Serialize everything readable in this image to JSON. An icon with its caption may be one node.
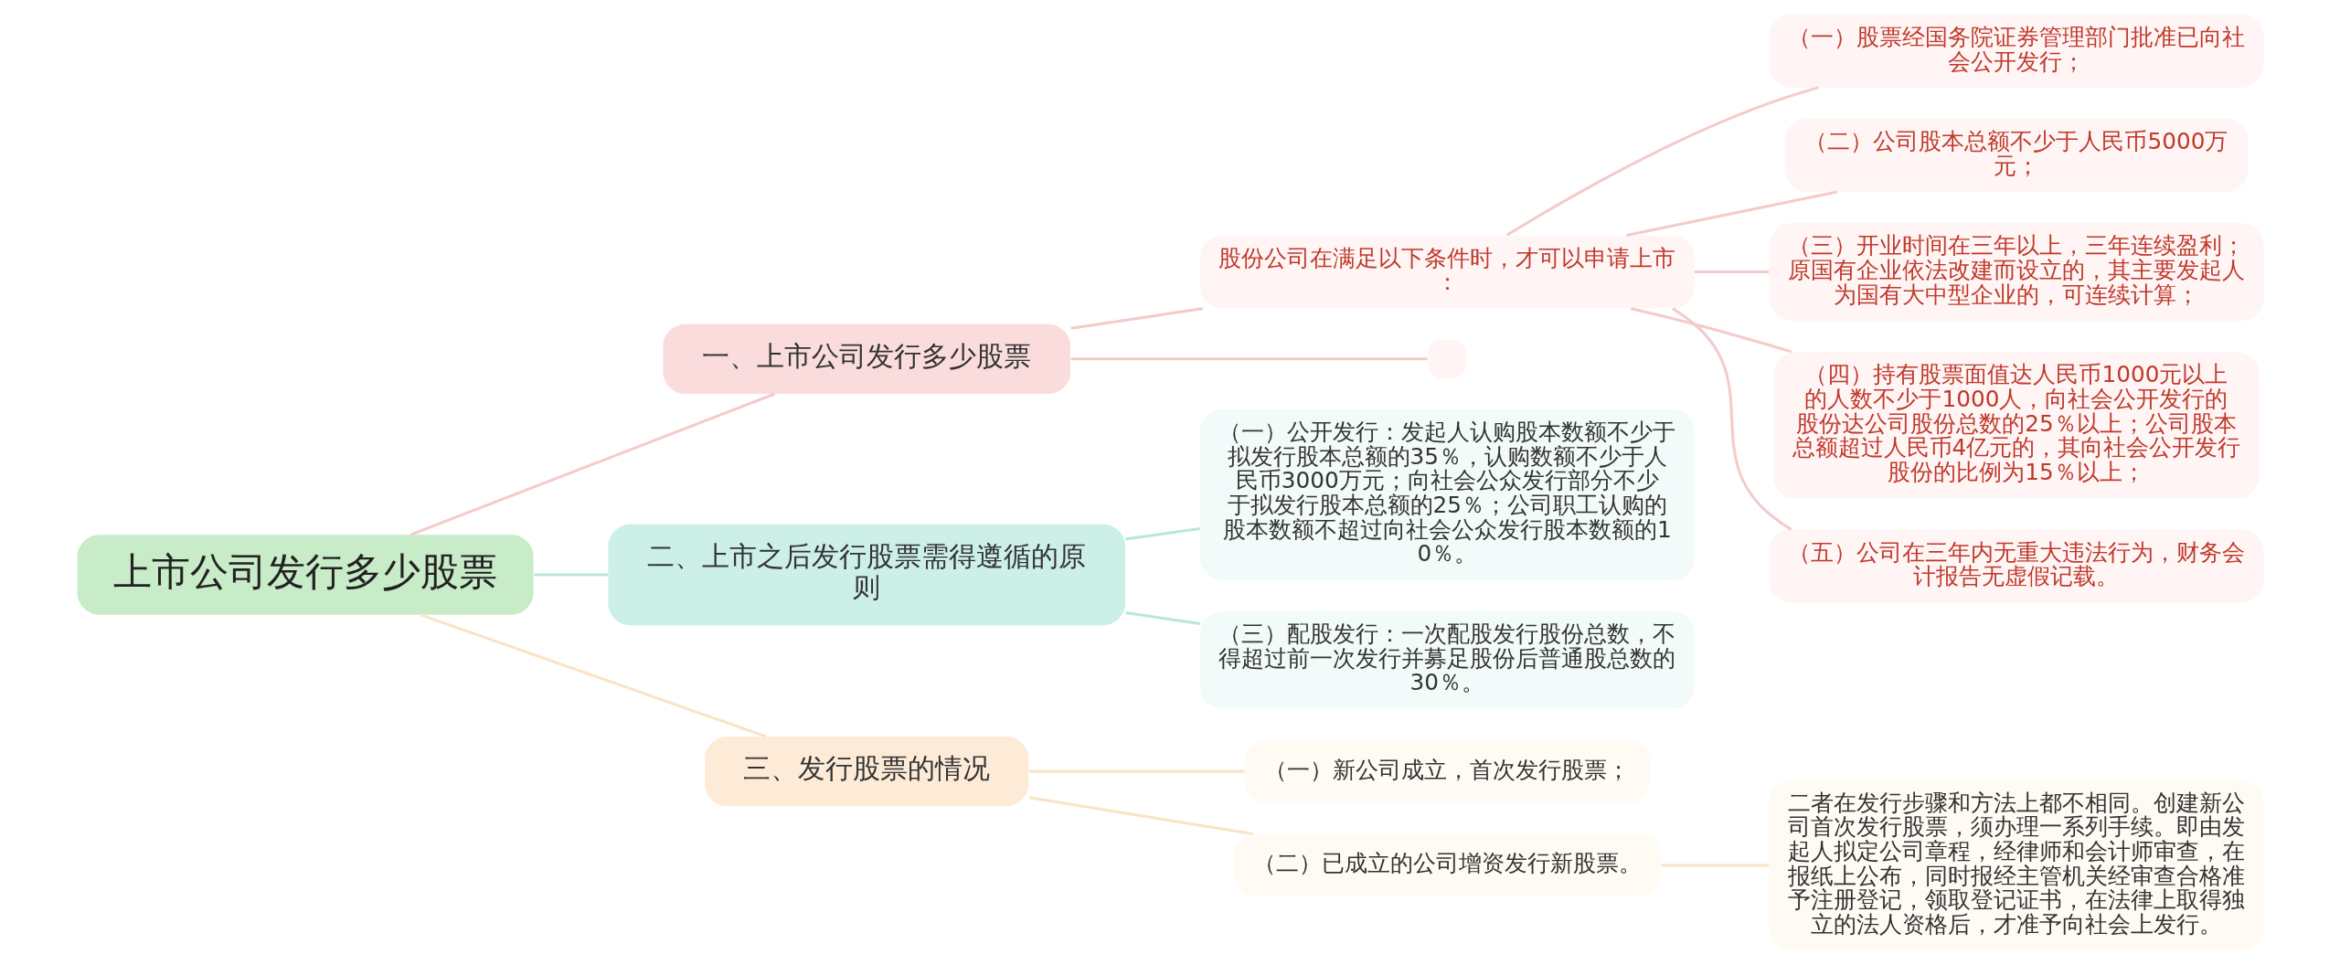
{
  "diagram": {
    "nodes": [
      {
        "text": [
          "上市公司发行多少股票"
        ]
      },
      {
        "text": [
          "一、上市公司发行多少股票"
        ]
      },
      {
        "text": [
          "股份公司在满足以下条件时，才可以申请上市："
        ]
      },
      {
        "text": [
          "（一）股票经国务院证券管理部门批准已向社会公开发行；"
        ]
      },
      {
        "text": [
          "（二）公司股本总额不少于人民币5000万元；"
        ]
      },
      {
        "text": [
          "（三）开业时间在三年以上，三年连续盈利；原国有企业依法改建而设立的，其主要发起人为国有大中型企业的，可连续计算；"
        ]
      },
      {
        "text": [
          "（四）持有股票面值达人民币1000元以上的人数不少于1000人，向社会公开发行的股份达公司股份总数的25％以上；公司股本总额超过人民币4亿元的，其向社会公开发行股份的比例为15％以上；"
        ]
      },
      {
        "text": [
          "（五）公司在三年内无重大违法行为，财务会计报告无虚假记载。"
        ]
      },
      {
        "text": [],
        "shape": "box"
      },
      {
        "text": [
          "二、上市之后发行股票需得遵循的原则"
        ]
      },
      {
        "text": [
          "（一）公开发行：发起人认购股本数额不少于拟发行股本总额的35％，认购数额不少于人民币3000万元；向社会公众发行部分不少于拟发行股本总额的25％；公司职工认购的股本数额不超过向社会公众发行股本数额的10％。"
        ]
      },
      {
        "text": [
          "（三）配股发行：一次配股发行股份总数，不得超过前一次发行并募足股份后普通股总数的30％。"
        ]
      },
      {
        "text": [
          "三、发行股票的情况"
        ]
      },
      {
        "text": [
          "（一）新公司成立，首次发行股票；"
        ]
      },
      {
        "text": [
          "（二）已成立的公司增资发行新股票。"
        ]
      },
      {
        "text": [
          "二者在发行步骤和方法上都不相同。创建新公司首次发行股票，须办理一系列手续。即由发起人拟定公司章程，经律师和会计师审查，在报纸上公布，同时报经主管机关经审查合格准予注册登记，领取登记证书，在法律上取得独立的法人资格后，才准予向社会上发行。"
        ]
      }
    ],
    "edges": [
      {
        "from": 0,
        "to": 1,
        "arrow": "none"
      },
      {
        "from": 1,
        "to": 2,
        "arrow": "none"
      },
      {
        "from": 2,
        "to": 3,
        "arrow": "none"
      },
      {
        "from": 2,
        "to": 4,
        "arrow": "none"
      },
      {
        "from": 2,
        "to": 5,
        "arrow": "none"
      },
      {
        "from": 2,
        "to": 6,
        "arrow": "none"
      },
      {
        "from": 2,
        "to": 7,
        "arrow": "none"
      },
      {
        "from": 1,
        "to": 8,
        "arrow": "none"
      },
      {
        "from": 0,
        "to": 9,
        "arrow": "none",
        "color": "#b9e6dc"
      },
      {
        "from": 9,
        "to": 10,
        "arrow": "none",
        "color": "#b9e6dc"
      },
      {
        "from": 9,
        "to": 11,
        "arrow": "none",
        "color": "#b9e6dc"
      },
      {
        "from": 0,
        "to": 12,
        "arrow": "none",
        "color": "#fbe3c8"
      },
      {
        "from": 12,
        "to": 13,
        "arrow": "none",
        "color": "#fbe3c8"
      },
      {
        "from": 12,
        "to": 14,
        "arrow": "none",
        "color": "#fbe3c8"
      },
      {
        "from": 14,
        "to": 15,
        "arrow": "none",
        "color": "#fbe3c8"
      }
    ]
  }
}
